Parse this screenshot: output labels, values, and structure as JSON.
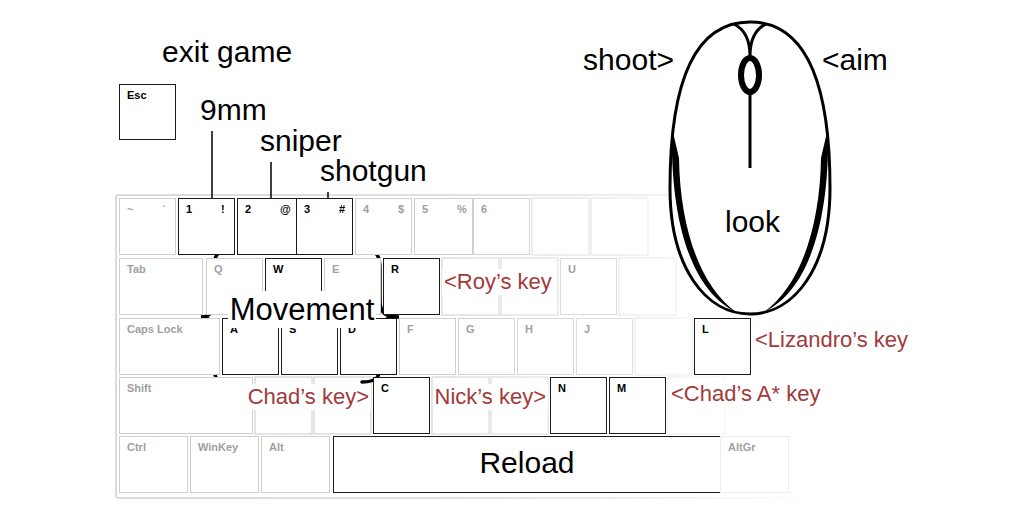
{
  "diagram": {
    "nodes": [
      {
        "text": [
          "Esc"
        ]
      },
      {
        "text": [
          "~",
          "`"
        ]
      },
      {
        "text": [
          "1",
          "!"
        ]
      },
      {
        "text": [
          "2",
          "@"
        ]
      },
      {
        "text": [
          "3",
          "#"
        ]
      },
      {
        "text": [
          "4",
          "$"
        ]
      },
      {
        "text": [
          "5",
          "%"
        ]
      },
      {
        "text": [
          "6"
        ]
      },
      {
        "text": [
          "look"
        ]
      },
      {
        "text": [
          "Tab"
        ]
      },
      {
        "text": [
          "Q"
        ]
      },
      {
        "text": [
          "W"
        ]
      },
      {
        "text": [
          "E"
        ]
      },
      {
        "text": [
          "R"
        ]
      },
      {
        "text": [
          "U"
        ]
      },
      {
        "text": [
          "Caps Lock"
        ]
      },
      {
        "text": [
          "A"
        ]
      },
      {
        "text": [
          "S"
        ]
      },
      {
        "text": [
          "D"
        ]
      },
      {
        "text": [
          "F"
        ]
      },
      {
        "text": [
          "G"
        ]
      },
      {
        "text": [
          "H"
        ]
      },
      {
        "text": [
          "J"
        ]
      },
      {
        "text": [
          "L"
        ]
      },
      {
        "text": [
          "Shift"
        ]
      },
      {
        "text": [
          "C"
        ]
      },
      {
        "text": [
          "N"
        ]
      },
      {
        "text": [
          "M"
        ]
      },
      {
        "text": [
          "Ctrl"
        ]
      },
      {
        "text": [
          "WinKey"
        ]
      },
      {
        "text": [
          "Alt"
        ]
      },
      {
        "text": [
          "Reload"
        ]
      },
      {
        "text": [
          "AltGr"
        ]
      }
    ],
    "labels": [
      "exit game",
      "9mm",
      "sniper",
      "shotgun",
      "Movement",
      "<Roy’s key",
      "<Lizandro’s key",
      "Chad’s key>",
      "Nick’s key>",
      "<Chad’s A* key",
      "shoot>",
      "<aim"
    ]
  }
}
